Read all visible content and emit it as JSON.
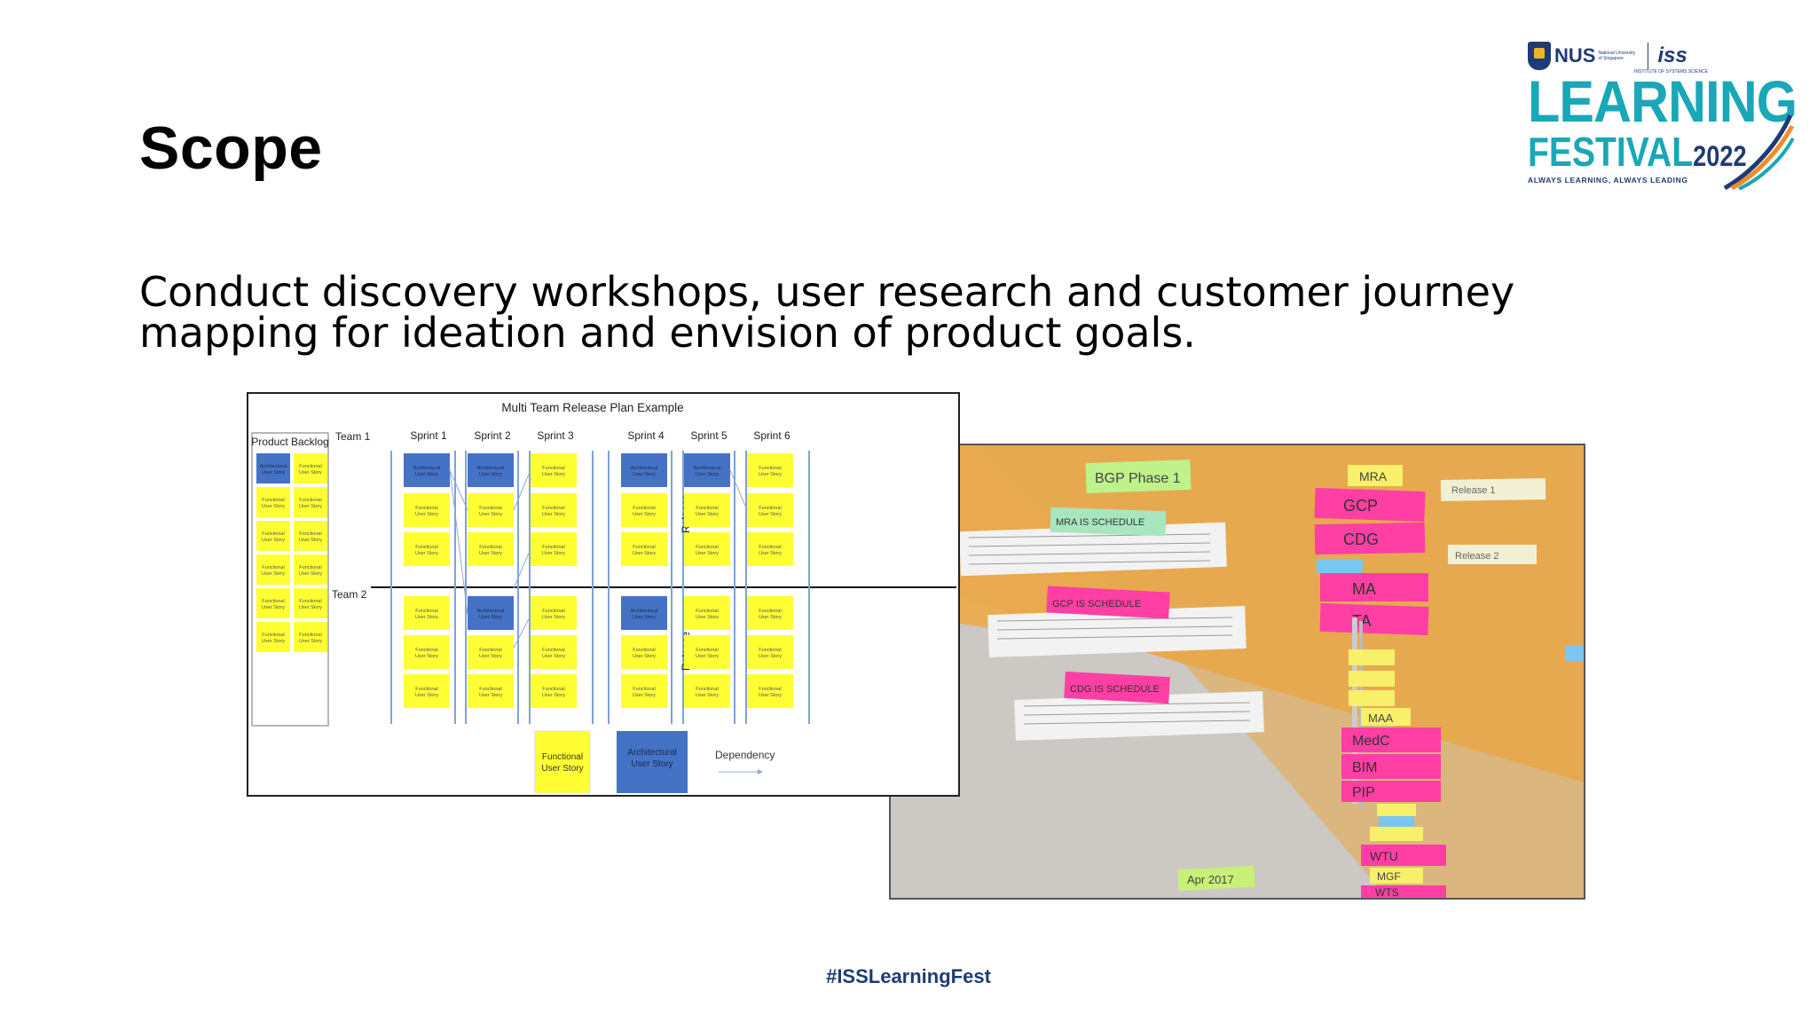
{
  "slide": {
    "title": "Scope",
    "body_lines": [
      "Conduct discovery workshops, user research and customer journey",
      "mapping for ideation and envision of product goals."
    ],
    "hashtag": "#ISSLearningFest"
  },
  "logo": {
    "nus": "NUS",
    "nus_sub": "National University of Singapore",
    "iss": "iss",
    "iss_sub": "INSTITUTE OF SYSTEMS SCIENCE",
    "line1": "LEARNING",
    "line2": "FESTIVAL",
    "year": "2022",
    "tagline": "ALWAYS LEARNING, ALWAYS LEADING"
  },
  "release_plan": {
    "title": "Multi Team Release Plan Example",
    "backlog_label": "Product Backlog",
    "team1": "Team 1",
    "team2": "Team 2",
    "sprints": [
      "Sprint 1",
      "Sprint 2",
      "Sprint 3",
      "Sprint 4",
      "Sprint 5",
      "Sprint 6"
    ],
    "release_label": "Release",
    "functional_label": "Functional User Story",
    "architectural_label": "Architectural User Story",
    "legend_functional": "Functional User Story",
    "legend_architectural": "Architectural User Story",
    "legend_dependency": "Dependency",
    "colors": {
      "functional": "#ffff33",
      "architectural": "#4472c4"
    },
    "architectural_cells": [
      [
        0,
        0
      ],
      [
        0,
        1
      ],
      [
        0,
        3
      ],
      [
        0,
        4
      ],
      [
        3,
        1
      ],
      [
        3,
        3
      ]
    ],
    "backlog_architectural": [
      [
        0,
        0
      ]
    ]
  },
  "wall_photo": {
    "notes": [
      "BGP Phase 1",
      "MRA IS SCHEDULE",
      "GCP IS SCHEDULE",
      "CDG IS SCHEDULE",
      "MRA",
      "GCP",
      "CDG",
      "MA",
      "TA",
      "MAA",
      "MedC",
      "BIM",
      "PIP",
      "WTU",
      "MGF",
      "WTS",
      "Release 1",
      "Release 2",
      "Apr 2017"
    ]
  }
}
